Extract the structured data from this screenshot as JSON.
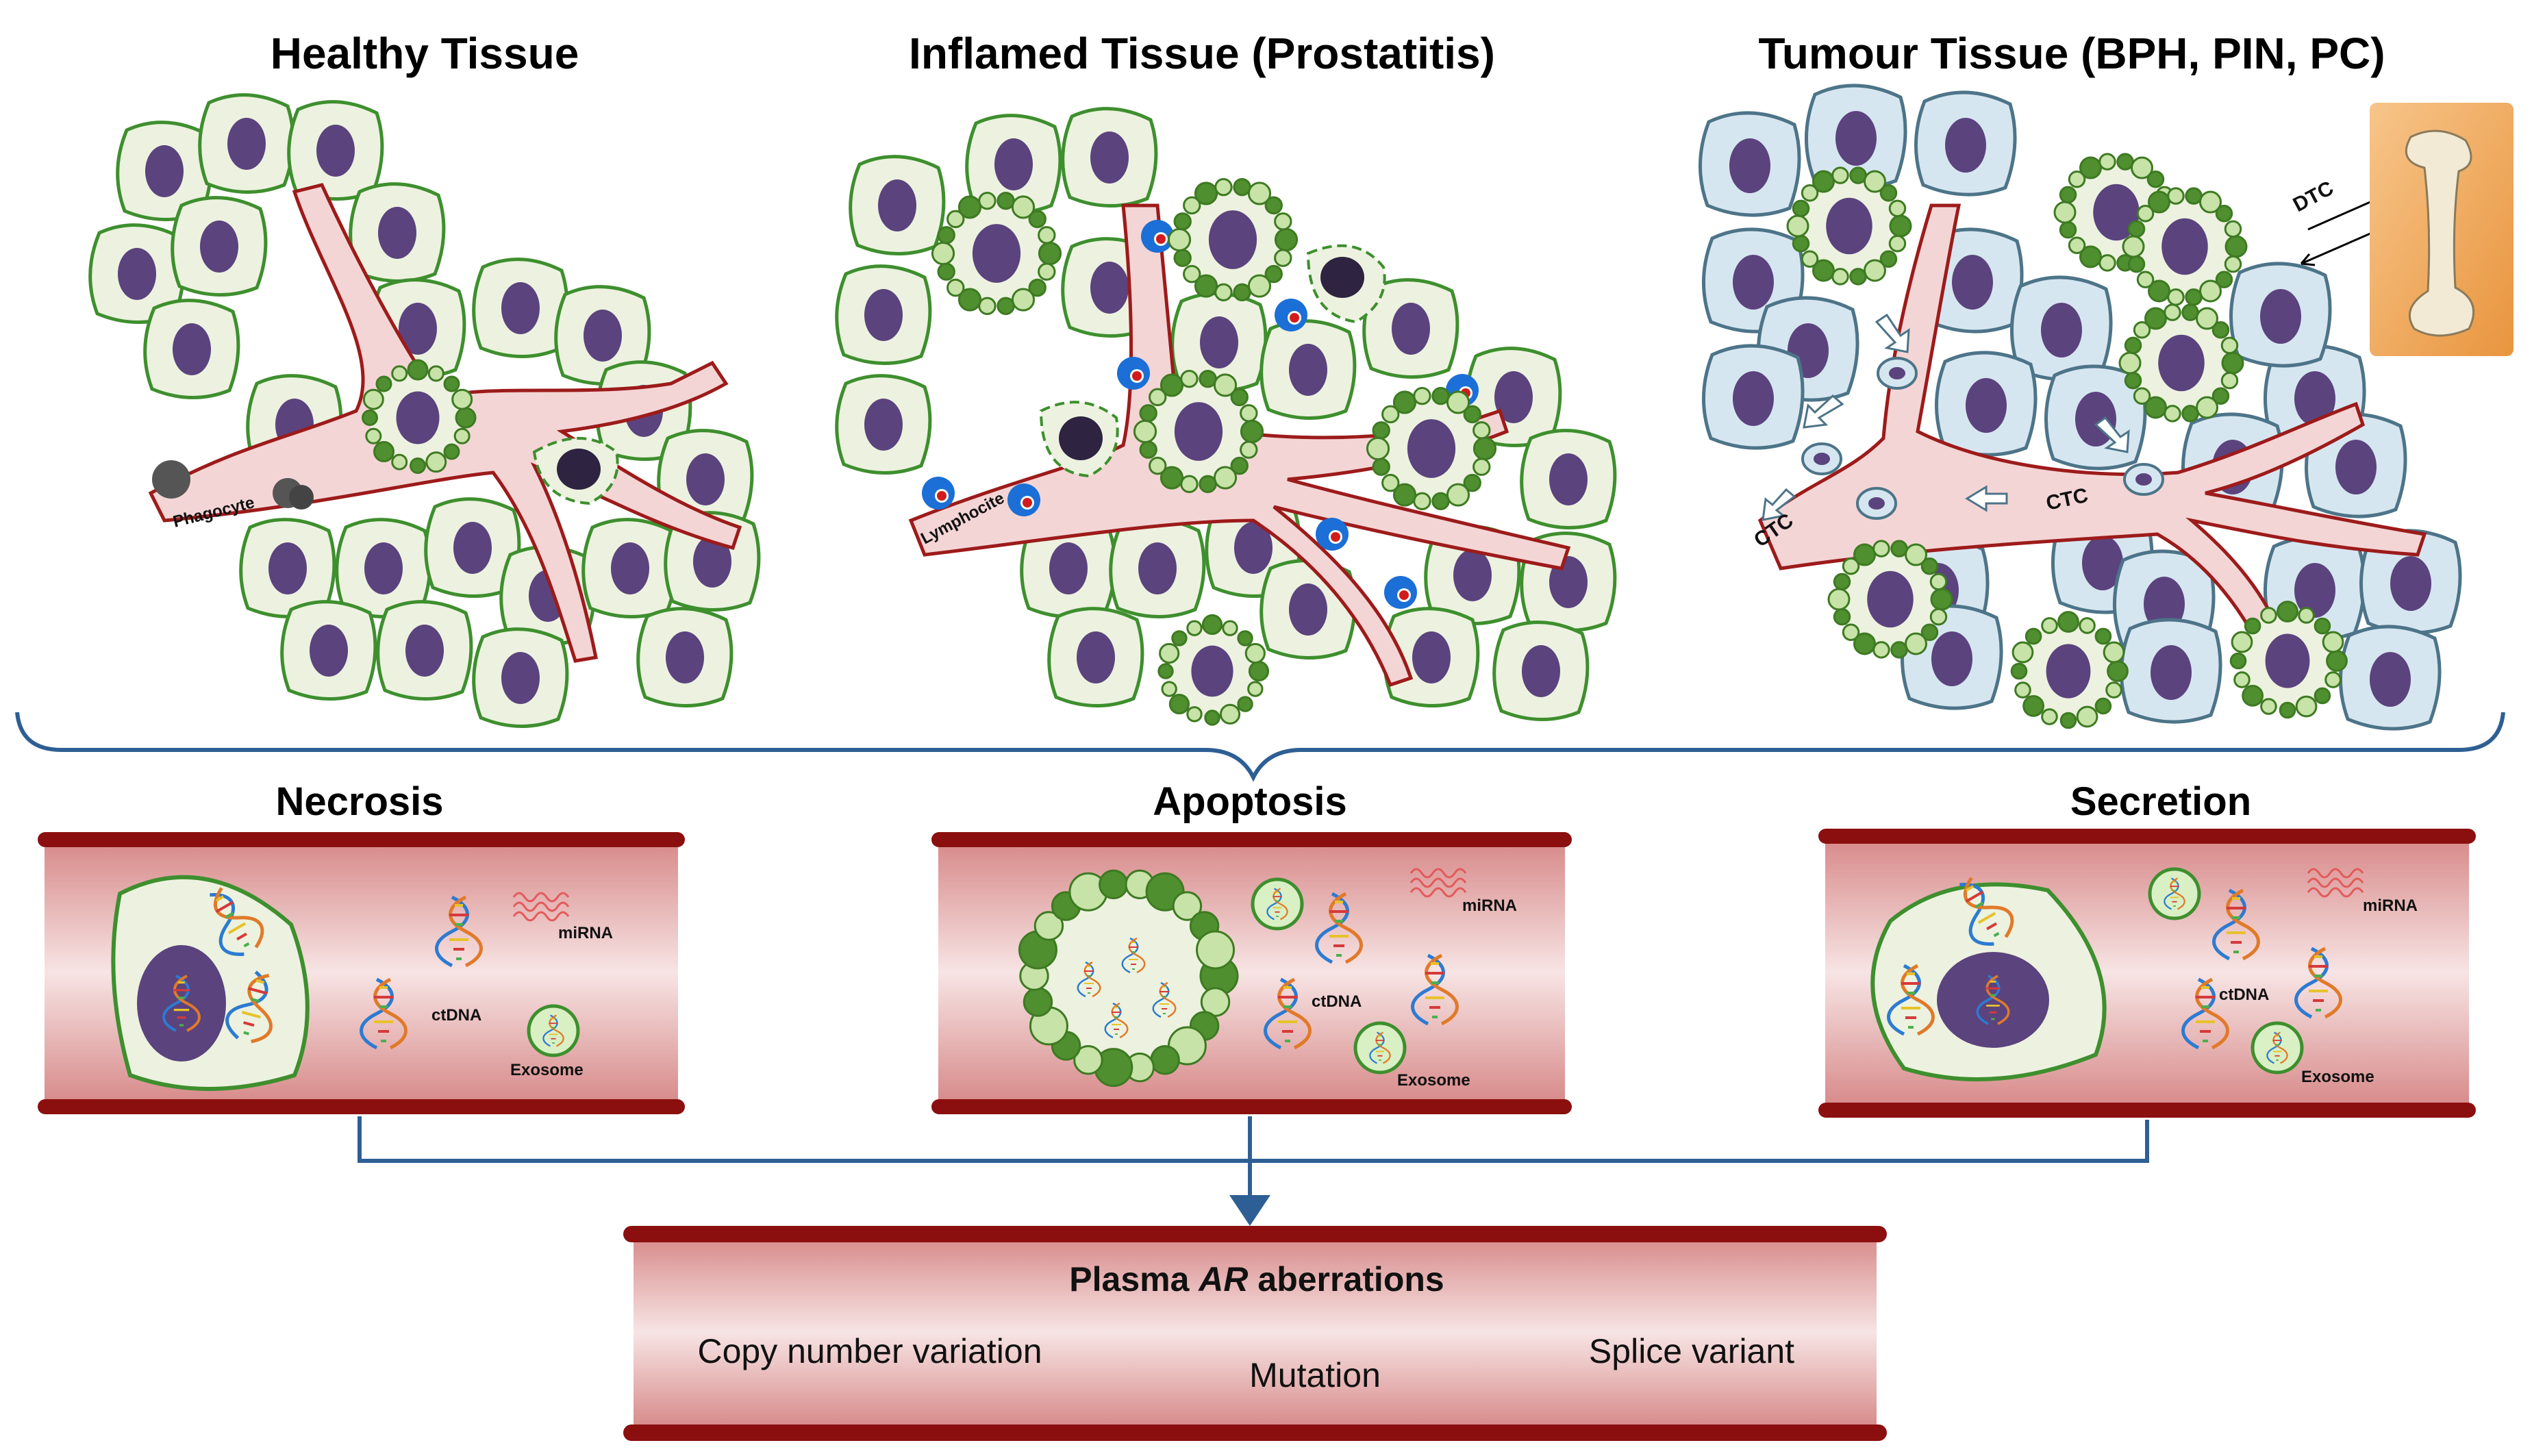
{
  "tissues": {
    "healthy": {
      "title": "Healthy Tissue",
      "phagocyte_label": "Phagocyte"
    },
    "inflamed": {
      "title": "Inflamed Tissue (Prostatitis)",
      "lymphocyte_label": "Lymphocite"
    },
    "tumour": {
      "title": "Tumour Tissue (BPH, PIN, PC)",
      "ctc_label": "CTC",
      "dtc_label": "DTC"
    }
  },
  "release": {
    "necrosis": {
      "title": "Necrosis",
      "mirna": "miRNA",
      "ctdna": "ctDNA",
      "exosome": "Exosome"
    },
    "apoptosis": {
      "title": "Apoptosis",
      "mirna": "miRNA",
      "ctdna": "ctDNA",
      "exosome": "Exosome"
    },
    "secretion": {
      "title": "Secretion",
      "mirna": "miRNA",
      "ctdna": "ctDNA",
      "exosome": "Exosome"
    }
  },
  "plasma": {
    "title_prefix": "Plasma ",
    "title_italic": "AR",
    "title_suffix": " aberrations",
    "items": [
      "Copy number variation",
      "Mutation",
      "Splice variant"
    ]
  },
  "colors": {
    "healthy_cell": "#ecf2df",
    "cell_outline": "#3e8f2e",
    "nucleus": "#5b437e",
    "vessel_fill": "#f4d5d5",
    "vessel_line": "#9d1b1b",
    "tumour_cell": "#d6e6f0",
    "tumour_outline": "#4d7488",
    "bracket": "#2e5f94",
    "vesicle_dark": "#4f8f2f",
    "vesicle_light": "#c7e3a8",
    "lymphocyte": "#1b6fd6"
  }
}
